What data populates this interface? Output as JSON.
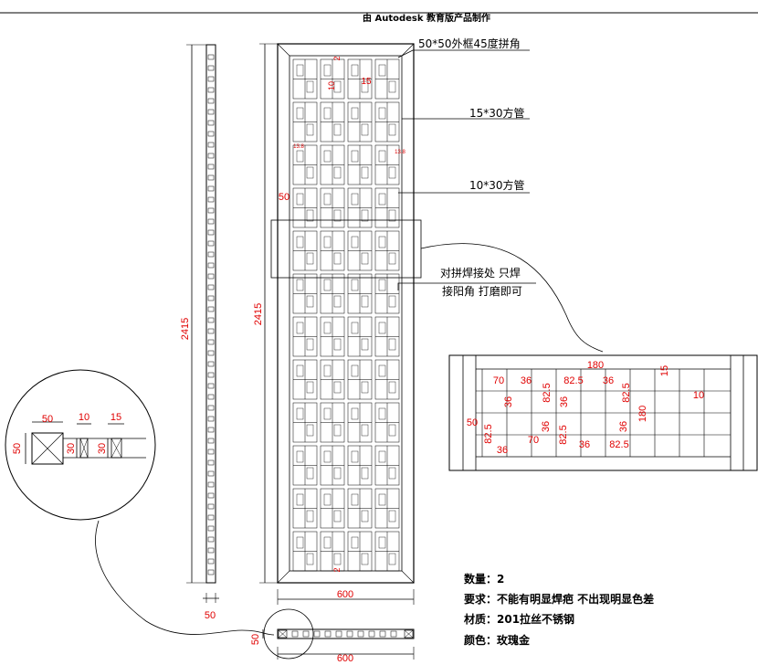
{
  "header": {
    "watermark": "由 Autodesk 教育版产品制作"
  },
  "colors": {
    "line": "#000000",
    "dimension": "#e00000",
    "background": "#ffffff"
  },
  "callouts": {
    "frame": "50*50外框45度拼角",
    "tube_15x30": "15*30方管",
    "tube_10x30": "10*30方管",
    "joint_line1": "对拼焊接处 只焊",
    "joint_line2": "接阳角 打磨即可"
  },
  "dims_main": {
    "height_left": "2415",
    "height_front": "2415",
    "width_front": "600",
    "width_side": "50",
    "frame_width": "50",
    "gap_10": "10",
    "gap_15": "15",
    "small_a": "2",
    "small_b": "13.8",
    "small_c": "13.8",
    "bottom_mark": "2",
    "section_50_h": "50",
    "section_600": "600"
  },
  "dims_detail": {
    "d180_top": "180",
    "d70_a": "70",
    "d36_a": "36",
    "d825_a": "82.5",
    "d36_b": "36",
    "d15": "15",
    "d36_v1": "36",
    "d825_v1": "82.5",
    "d36_v2": "36",
    "d825_v2": "82.5",
    "d10": "10",
    "d50": "50",
    "d825_v3": "82.5",
    "d36_v3": "36",
    "d36_v4": "36",
    "d180_v": "180",
    "d70_b": "70",
    "d825_v4": "82.5",
    "d36_c": "36",
    "d36_d": "36",
    "d825_b": "82.5"
  },
  "dims_circle": {
    "w50": "50",
    "w10": "10",
    "w15": "15",
    "h50": "50",
    "h30_a": "30",
    "h30_b": "30"
  },
  "notes": {
    "quantity": "数量：2",
    "requirement": "要求：不能有明显焊疤 不出现明显色差",
    "material": "材质：201拉丝不锈钢",
    "color": "颜色：玫瑰金"
  }
}
